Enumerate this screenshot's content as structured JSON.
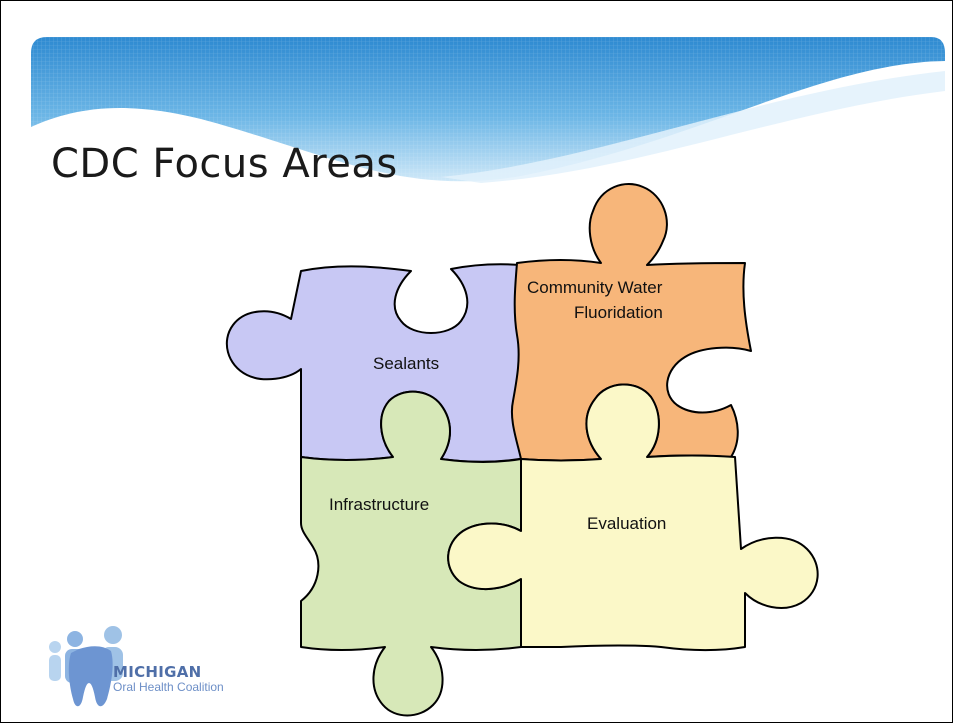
{
  "slide": {
    "title": "CDC Focus Areas"
  },
  "pieces": [
    {
      "id": "sealants",
      "label": "Sealants",
      "color": "#c8c8f4"
    },
    {
      "id": "fluoridation",
      "label_line1": "Community Water",
      "label_line2": "Fluoridation",
      "color": "#f7b67a"
    },
    {
      "id": "infrastructure",
      "label": "Infrastructure",
      "color": "#d7e8b8"
    },
    {
      "id": "evaluation",
      "label": "Evaluation",
      "color": "#fbf8c8"
    }
  ],
  "logo": {
    "line1": "MICHIGAN",
    "line2": "Oral Health Coalition"
  },
  "colors": {
    "header_blue": "#3a95d6",
    "header_light": "#b9dcf3",
    "logo_blue": "#4f6fa8",
    "logo_light": "#9fc2e6"
  }
}
